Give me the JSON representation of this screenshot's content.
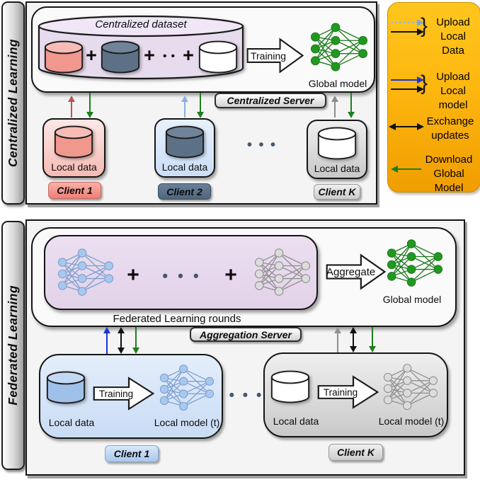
{
  "centralized": {
    "side_label": "Centralized Learning",
    "dataset_label": "Centralized dataset",
    "server_badge": "Centralized Server",
    "training_label": "Training",
    "global_model_label": "Global model",
    "plus": "+",
    "mid_dots": "• •",
    "ellipsis": "• • •",
    "clients": [
      {
        "name": "Client 1",
        "data_label": "Local data"
      },
      {
        "name": "Client 2",
        "data_label": "Local data"
      },
      {
        "name": "Client K",
        "data_label": "Local data"
      }
    ]
  },
  "federated": {
    "side_label": "Federated Learning",
    "rounds_label": "Federated Learning rounds",
    "server_badge": "Aggregation Server",
    "aggregate_label": "Aggregate",
    "global_model_label": "Global model",
    "plus": "+",
    "ellipsis": "• • •",
    "clients": [
      {
        "name": "Client 1",
        "data_label": "Local data",
        "training_label": "Training",
        "model_label": "Local model (t)"
      },
      {
        "name": "Client K",
        "data_label": "Local data",
        "training_label": "Training",
        "model_label": "Local model (t)"
      }
    ]
  },
  "legend": {
    "brace": "}",
    "items": [
      {
        "label": "Upload Local Data"
      },
      {
        "label": "Upload Local model"
      },
      {
        "label": "Exchange updates"
      },
      {
        "label": "Download Global Model"
      }
    ]
  },
  "colors": {
    "legend_bg": "#fdb70f",
    "download_green": "#1d801d",
    "upload_data_lightblue": "#8cb0de",
    "upload_model_blue": "#1a35d6",
    "exchange_black": "#111111",
    "client1_red": "#b4574e",
    "clientK_gray": "#8c8c8c",
    "dataset_purple": "#e7dbee",
    "global_model_green": "#1f9a1f",
    "local_model_blue": "#a9c8ee",
    "local_model_gray": "#dcdcdc"
  }
}
